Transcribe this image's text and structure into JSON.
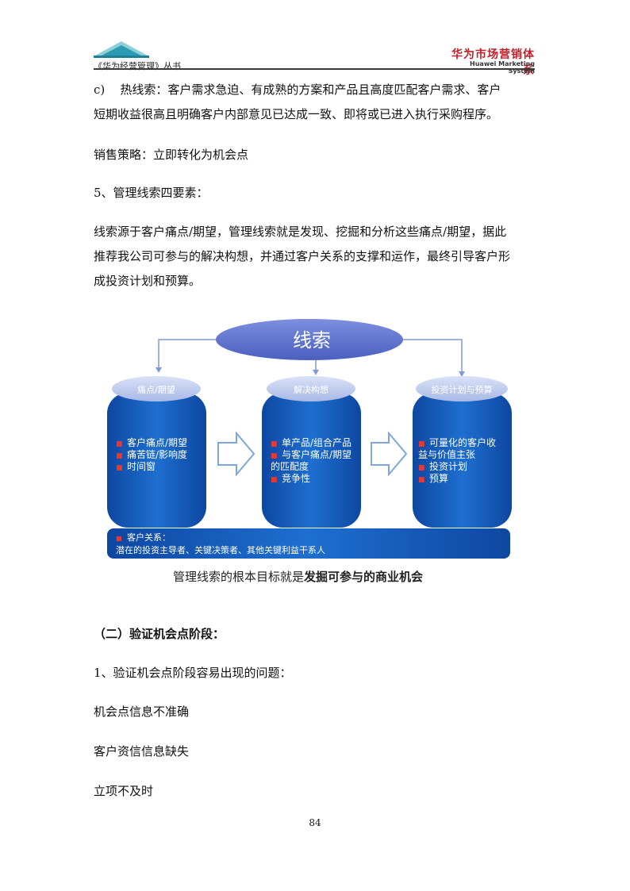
{
  "header": {
    "series": "《华为经营管理》丛书",
    "brand_cn": "华为市场营销体系",
    "brand_en": "Huawei Marketing System"
  },
  "body": {
    "p1_line1": "c)    热线索：客户需求急迫、有成熟的方案和产品且高度匹配客户需求、客户",
    "p1_line2": "短期收益很高且明确客户内部意见已达成一致、即将或已进入执行采购程序。",
    "p2": "销售策略：立即转化为机会点",
    "p3": "5、管理线索四要素：",
    "p4_line1": "线索源于客户痛点/期望，管理线索就是发现、挖掘和分析这些痛点/期望，据此",
    "p4_line2": "推荐我公司可参与的解决构想，并通过客户关系的支撑和运作，最终引导客户形",
    "p4_line3": "成投资计划和预算。",
    "section_heading": "（二）验证机会点阶段：",
    "p5": "1、验证机会点阶段容易出现的问题：",
    "p6": "机会点信息不准确",
    "p7": "客户资信信息缺失",
    "p8": "立项不及时"
  },
  "diagram": {
    "center": "线索",
    "pillars": [
      {
        "title": "痛点/期望",
        "items": [
          "客户痛点/期望",
          "痛苦链/影响度",
          "时间窗"
        ]
      },
      {
        "title": "解决构想",
        "items": [
          "单产品/组合产品",
          "与客户痛点/期望",
          "的匹配度",
          "竞争性"
        ]
      },
      {
        "title": "投资计划与预算",
        "items": [
          "可量化的客户收",
          "益与价值主张",
          "投资计划",
          "预算"
        ]
      }
    ],
    "bar_line1": "客户关系：",
    "bar_line2": "潜在的投资主导者、关键决策者、其他关键利益干系人",
    "caption_normal": "管理线索的根本目标就是",
    "caption_bold": "发掘可参与的商业机会",
    "colors": {
      "pillar": "#1565c0",
      "ellipse": "#5b6fc9",
      "bullet": "#e53935"
    }
  },
  "footer": {
    "page_number": "84"
  }
}
